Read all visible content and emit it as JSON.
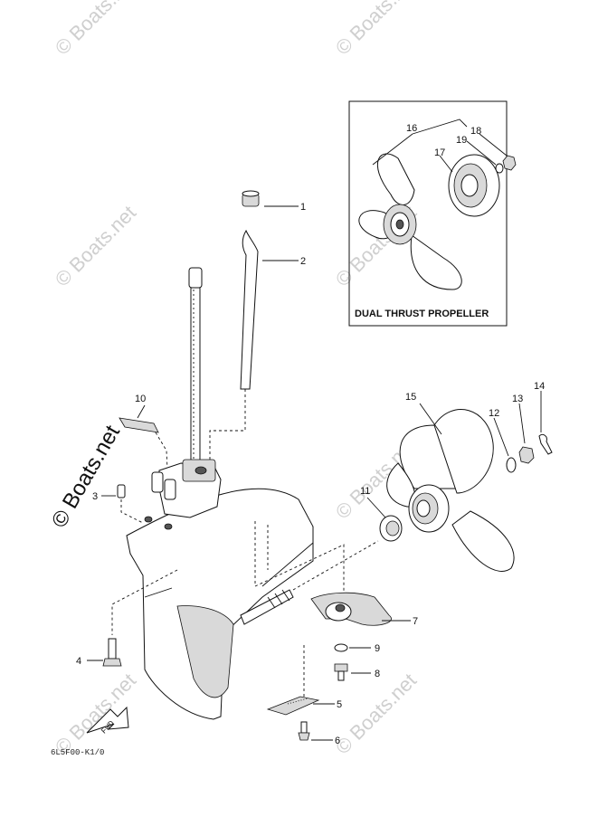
{
  "watermarks": {
    "small": "© Boats.net",
    "main": "© Boats.net"
  },
  "inset": {
    "title": "DUAL THRUST PROPELLER"
  },
  "drawing_code": "6L5F00-K1/0",
  "callouts": {
    "c1": "1",
    "c2": "2",
    "c3": "3",
    "c4": "4",
    "c5": "5",
    "c6": "6",
    "c7": "7",
    "c8": "8",
    "c9": "9",
    "c10": "10",
    "c11": "11",
    "c12": "12",
    "c13": "13",
    "c14": "14",
    "c15": "15",
    "c16": "16",
    "c17": "17",
    "c18": "18",
    "c19": "19"
  },
  "fwd_label": "FWD"
}
